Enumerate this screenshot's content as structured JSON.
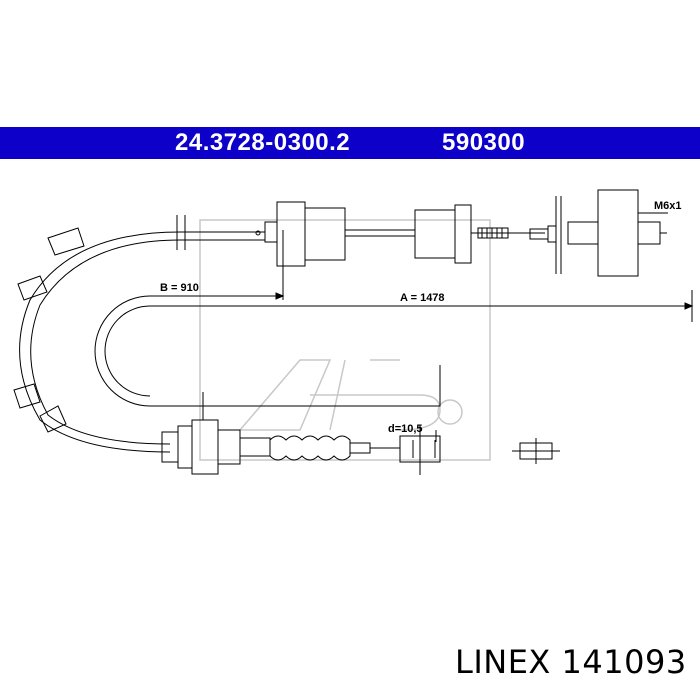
{
  "header": {
    "part_number": "24.3728-0300.2",
    "ref_number": "590300"
  },
  "dimensions": {
    "thread": "M6x1",
    "b": "B = 910",
    "a": "A = 1478",
    "d": "d=10,5"
  },
  "footer": {
    "text": "LINEX 141093"
  },
  "colors": {
    "banner": "#0d00c8",
    "ink": "#000000",
    "watermark": "#c8c8c8"
  }
}
